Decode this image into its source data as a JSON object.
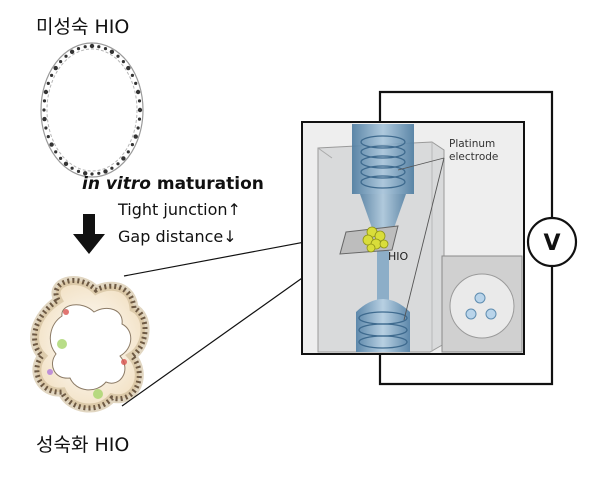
{
  "labels": {
    "immature": "미성숙 HIO",
    "mature": "성숙화 HIO",
    "maturation_italic": "in vitro",
    "maturation_bold": " maturation",
    "tight_junction": "Tight junction↑",
    "gap_distance": "Gap distance↓",
    "platinum_line1": "Platinum",
    "platinum_line2": "electrode",
    "hio_small": "HIO",
    "voltmeter": "V"
  },
  "icons": {
    "arrow": "down-arrow-icon",
    "voltmeter": "voltmeter-icon"
  },
  "colors": {
    "chamber_blue": "#7fa6c4",
    "tube_blue": "#5f8db0",
    "organoid_yellow": "#d9dd3a",
    "wire": "#111111",
    "device_gray": "#dcdcdc"
  }
}
